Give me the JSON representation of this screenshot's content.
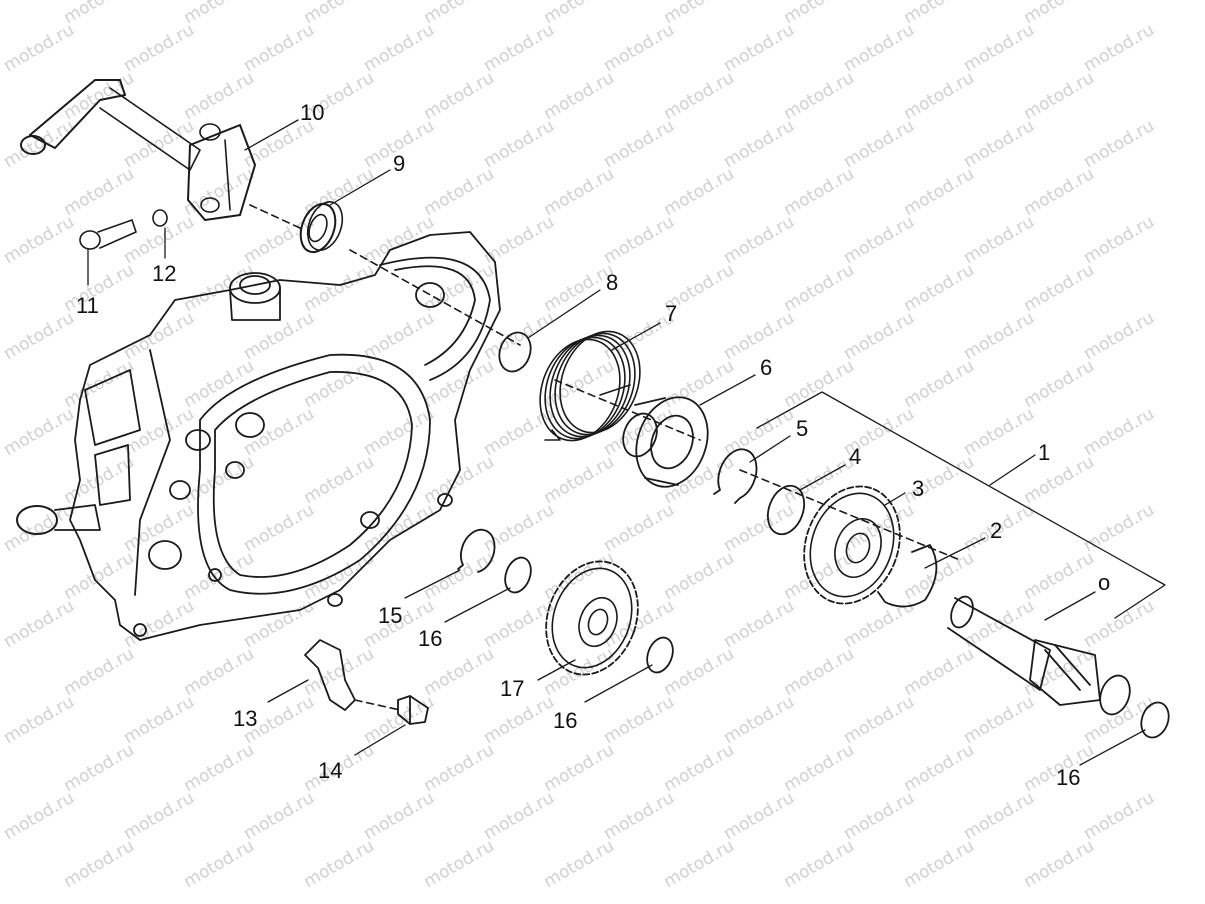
{
  "watermark": "motod.ru",
  "colors": {
    "ink": "#1a1a1a",
    "watermark": "#d0d0d0",
    "background": "#ffffff"
  },
  "callouts": {
    "p1": "1",
    "p2": "2",
    "p3": "3",
    "p4": "4",
    "p5": "5",
    "p6": "6",
    "p7": "7",
    "p8": "8",
    "p9": "9",
    "p10": "10",
    "p11": "11",
    "p12": "12",
    "p13": "13",
    "p14": "14",
    "p15": "15",
    "p16a": "16",
    "p16b": "16",
    "p16c": "16",
    "p17": "17",
    "po": "o"
  }
}
